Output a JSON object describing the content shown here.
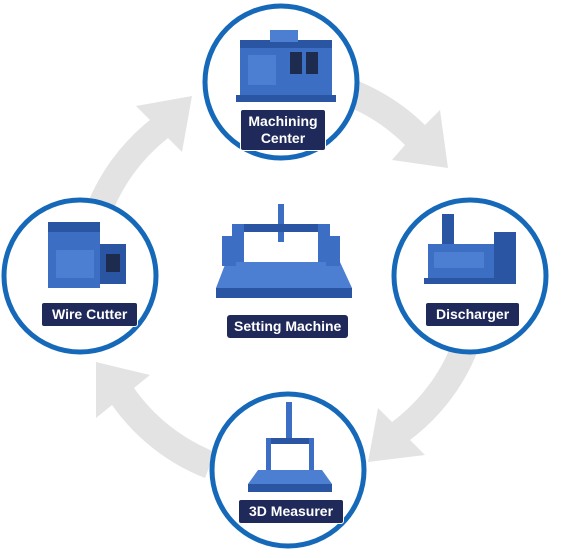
{
  "nodes": {
    "top": {
      "label_line1": "Machining",
      "label_line2": "Center",
      "icon": "machining-center-icon"
    },
    "right": {
      "label": "Discharger",
      "icon": "discharger-icon"
    },
    "bottom": {
      "label": "3D Measurer",
      "icon": "3d-measurer-icon"
    },
    "left": {
      "label": "Wire Cutter",
      "icon": "wire-cutter-icon"
    }
  },
  "center": {
    "label": "Setting Machine",
    "icon": "setting-machine-icon"
  },
  "colors": {
    "ring_border": "#1669b8",
    "label_bg": "#1f2a5a",
    "arrow": "#e3e3e3",
    "machine_blue": "#3c6fc4",
    "machine_dark": "#2a55a3"
  }
}
